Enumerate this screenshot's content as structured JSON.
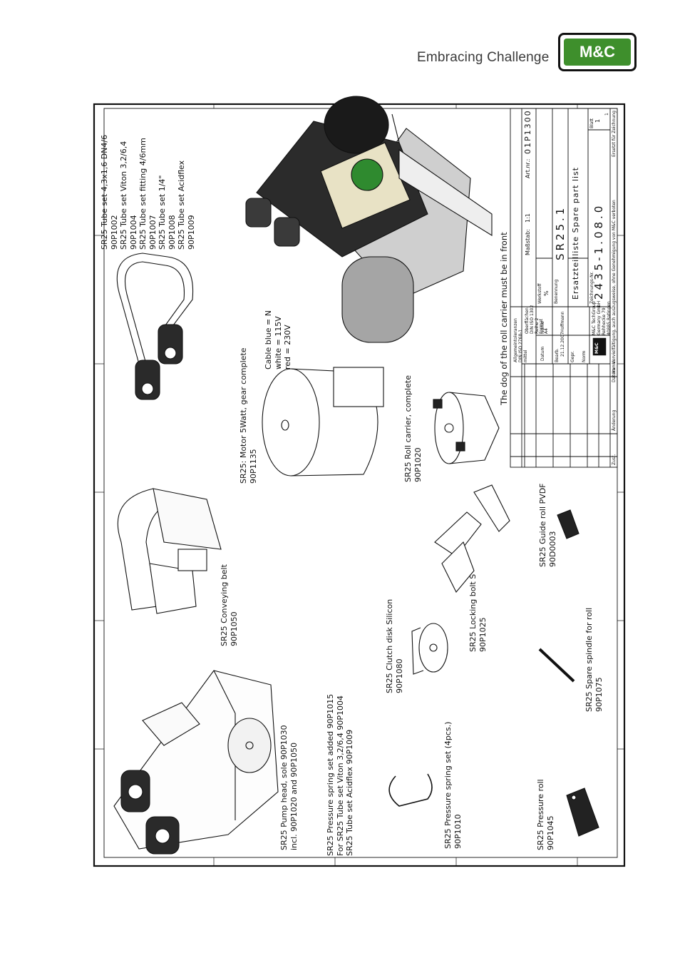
{
  "header": {
    "tagline": "Embracing Challenge",
    "logo_text": "M&C"
  },
  "parts": {
    "pump_head": [
      "SR25 Pump head, sole 90P1030",
      "incl. 90P1020 and 90P1050"
    ],
    "pressure_roll": [
      "SR25 Pressure roll",
      "90P1045"
    ],
    "pressure_spring_set": [
      "SR25 Pressure spring set (4pcs.)",
      "90P1010"
    ],
    "pressure_spring_added": [
      "SR25 Pressure spring set added 90P1015",
      "For SR25 Tube set Viton 3,2/6,4 90P1004",
      "SR25 Tube set Acidflex       90P1009"
    ],
    "clutch_disk": [
      "SR25 Clutch disk Silicon",
      "90P1080"
    ],
    "spare_spindle": [
      "SR25 Spare spindle for roll",
      "90P1075"
    ],
    "conveying_belt": [
      "SR25 Conveying belt",
      "90P1050"
    ],
    "locking_bolt": [
      "SR25 Locking bolt S",
      "90P1025"
    ],
    "guide_roll": [
      "SR25 Guide roll PVDF",
      "90D0003"
    ],
    "motor": [
      "SR25: Motor 5Watt, gear complete",
      "90P1135"
    ],
    "cable": [
      "Cable blue = N",
      "white = 115V",
      "red = 230V"
    ],
    "roll_carrier": [
      "SR25 Roll carrier, complete",
      "90P1020"
    ],
    "tube_sets": [
      "SR25 Tube set 4,3x1,6 DN4/6",
      "90P1002",
      "SR25 Tube set Viton 3,2/6,4",
      "90P1004",
      "SR25 Tube set fitting 4/6mm",
      "90P1007",
      "SR25 Tube set 1/4\"",
      "90P1008",
      "SR25 Tube set Acidflex",
      "90P1009"
    ],
    "note": "The dog of the roll carrier must be in front"
  },
  "title_block": {
    "massstab_label": "Maßstab:",
    "massstab_value": "1:1",
    "artnr_label": "Art.nr.:",
    "artnr_value": "01P1300",
    "werkstoff_label": "Werkstoff",
    "werkstoff_value": "%",
    "benennung_label": "Benennung",
    "title": "SR25.1",
    "subtitle": "Ersatzteilliste Spare part list",
    "zeichnungsnr_label": "Zeichnungs-Nr.",
    "drawing_number": "2435-1.08.0",
    "blatt_label": "Blatt",
    "blatt_value": "1",
    "blatt_total": "1",
    "copyright": "Vervielfältigung, auch auszugsweise, ohne Genehmigung von M&C verboten",
    "ersetzt": "Ersetzt für Zeichnung",
    "datum_label": "Datum",
    "name_label": "Name",
    "bearb_label": "Bearb.",
    "bearb_date": "21.12.2007",
    "bearb_name": "Hoffmann",
    "gepr_label": "Gepr.",
    "norm_label": "Norm",
    "tolerance_lines": [
      "Allgemeintoleranzen",
      "DIN ISO 2768-1",
      "mittel"
    ],
    "surface_lines": [
      "Oberflächen",
      "DIN ISO 1302",
      "Reihe 2"
    ],
    "format_label": "Format",
    "format_value": "A4",
    "company_lines": [
      "M&C TechGroup",
      "Germany GmbH",
      "Rehhecke 79",
      "40885 Ratingen"
    ],
    "mc_box": "M&C",
    "zust_label": "Zust.",
    "aenderung_label": "Änderung",
    "rev_datum_label": "Datum",
    "rev_name_label": "Name"
  }
}
